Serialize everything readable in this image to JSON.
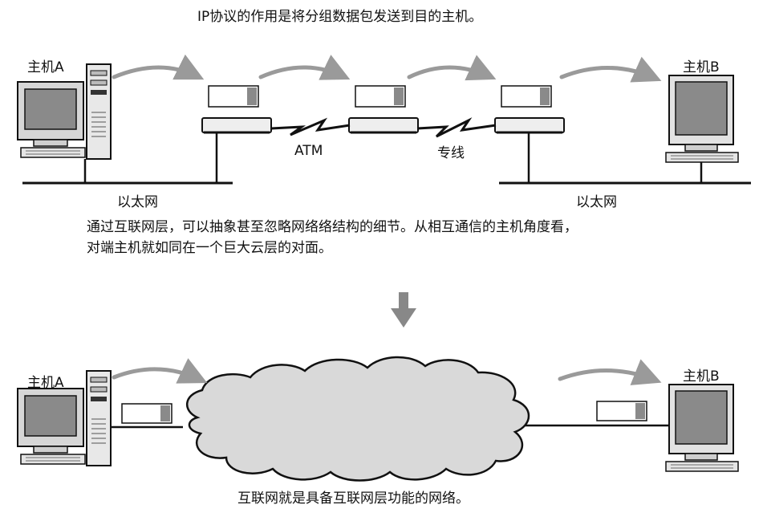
{
  "captions": {
    "top": "IP协议的作用是将分组数据包发送到目的主机。",
    "middle_line1": "通过互联网层，可以抽象甚至忽略网络络结构的细节。从相互通信的主机角度看，",
    "middle_line2": "对端主机就如同在一个巨大云层的对面。",
    "bottom": "互联网就是具备互联网层功能的网络。"
  },
  "top_diagram": {
    "host_a": "主机A",
    "host_b": "主机B",
    "left_lan": "以太网",
    "right_lan": "以太网",
    "link_1": "ATM",
    "link_2": "专线"
  },
  "bottom_diagram": {
    "host_a": "主机A",
    "host_b": "主机B",
    "cloud": "互联网"
  }
}
